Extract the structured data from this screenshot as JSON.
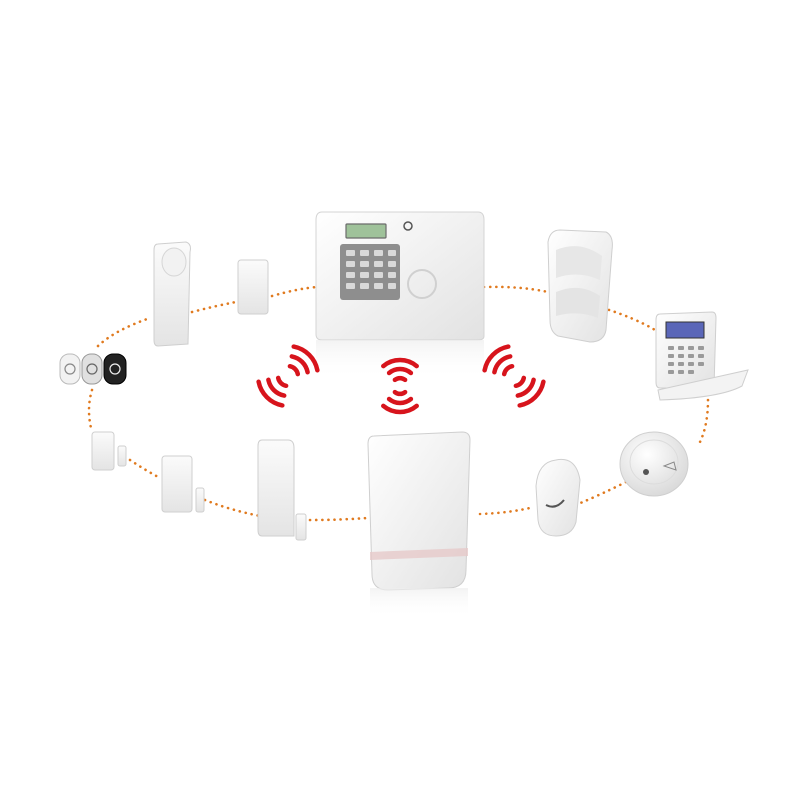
{
  "colors": {
    "background": "#ffffff",
    "dotted_ring": "#e07a1f",
    "signal_waves": "#d7141c",
    "device_body": "#f4f4f4",
    "device_shadow": "#d9d9d9",
    "lcd_green": "#9fc29a",
    "lcd_blue": "#5a66b8",
    "keypad_grey": "#9a9a9a"
  },
  "devices": [
    {
      "name": "control-panel",
      "icon": "alarm-control-panel"
    },
    {
      "name": "pir-motion-detector",
      "icon": "pir-sensor"
    },
    {
      "name": "lcd-keypad",
      "icon": "lcd-keypad"
    },
    {
      "name": "smoke-detector",
      "icon": "smoke-detector"
    },
    {
      "name": "ceiling-motion-detector",
      "icon": "motion-sensor-small"
    },
    {
      "name": "outdoor-siren",
      "icon": "siren"
    },
    {
      "name": "door-contact-large",
      "icon": "magnetic-contact"
    },
    {
      "name": "door-contact-medium",
      "icon": "magnetic-contact"
    },
    {
      "name": "door-contact-small",
      "icon": "magnetic-contact"
    },
    {
      "name": "remote-keyfobs",
      "icon": "keyfob"
    },
    {
      "name": "shock-detector",
      "icon": "shock-sensor"
    },
    {
      "name": "window-contact",
      "icon": "magnetic-contact"
    }
  ]
}
